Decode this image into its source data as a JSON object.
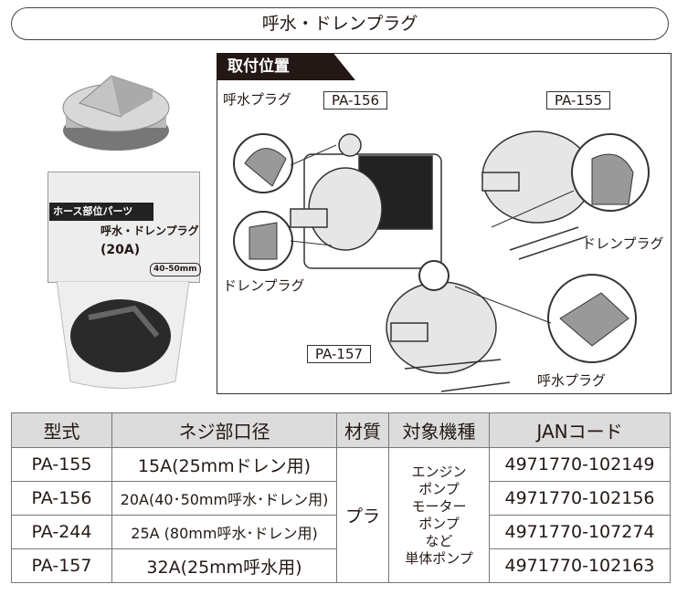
{
  "title": "呼水・ドレンプラグ",
  "package": {
    "brand_band": "ホース部位パーツ",
    "name": "呼水・ドレンプラグ",
    "size": "(20A)",
    "badge": "40-50mm"
  },
  "install": {
    "heading": "取付位置",
    "labels": {
      "priming_plug_1": "呼水プラグ",
      "drain_plug_1": "ドレンプラグ",
      "drain_plug_2": "ドレンプラグ",
      "priming_plug_2": "呼水プラグ"
    },
    "models": {
      "m156": "PA-156",
      "m155": "PA-155",
      "m157": "PA-157"
    }
  },
  "table": {
    "headers": [
      "型式",
      "ネジ部口径",
      "材質",
      "対象機種",
      "JANコード"
    ],
    "material": "プラ",
    "targets": [
      "エンジン",
      "ポンプ",
      "モーター",
      "ポンプ",
      "など",
      "単体ポンプ"
    ],
    "rows": [
      {
        "model": "PA-155",
        "thread": "15A(25mmドレン用)",
        "jan": "4971770-102149"
      },
      {
        "model": "PA-156",
        "thread": "20A(40･50mm呼水･ドレン用)",
        "jan": "4971770-102156"
      },
      {
        "model": "PA-244",
        "thread": "25A (80mm呼水･ドレン用)",
        "jan": "4971770-107274"
      },
      {
        "model": "PA-157",
        "thread": "32A(25mm呼水用)",
        "jan": "4971770-102163"
      }
    ]
  }
}
